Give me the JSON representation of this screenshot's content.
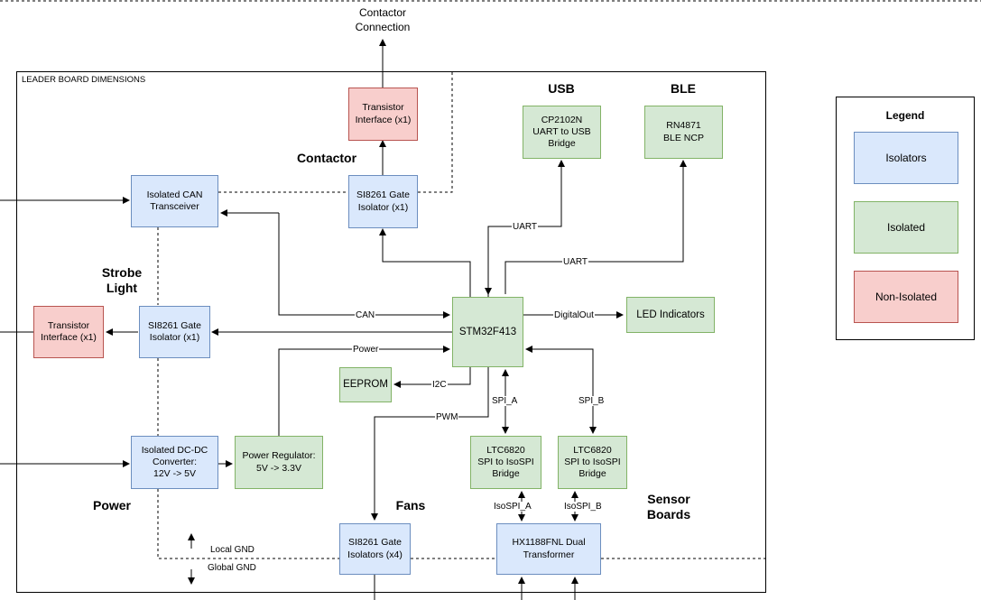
{
  "board_title": "LEADER BOARD DIMENSIONS",
  "external": {
    "contactor_connection": "Contactor\nConnection"
  },
  "section_labels": {
    "contactor": "Contactor",
    "strobe_light": "Strobe\nLight",
    "power": "Power",
    "fans": "Fans",
    "sensor_boards": "Sensor\nBoards",
    "usb": "USB",
    "ble": "BLE"
  },
  "blocks": {
    "transistor_contactor": "Transistor\nInterface (x1)",
    "gate_contactor": "SI8261 Gate\nIsolator (x1)",
    "can_transceiver": "Isolated CAN\nTransceiver",
    "cp2102n": "CP2102N\nUART to USB\nBridge",
    "rn4871": "RN4871\nBLE NCP",
    "transistor_strobe": "Transistor\nInterface (x1)",
    "gate_strobe": "SI8261 Gate\nIsolator (x1)",
    "mcu": "STM32F413",
    "led_indicators": "LED Indicators",
    "eeprom": "EEPROM",
    "dcdc": "Isolated DC-DC\nConverter:\n12V -> 5V",
    "power_regulator": "Power Regulator:\n5V -> 3.3V",
    "ltc_a": "LTC6820\nSPI to IsoSPI\nBridge",
    "ltc_b": "LTC6820\nSPI to IsoSPI\nBridge",
    "gate_fans": "SI8261 Gate\nIsolators (x4)",
    "transformer": "HX1188FNL Dual\nTransformer"
  },
  "signals": {
    "uart_usb": "UART",
    "uart_ble": "UART",
    "can": "CAN",
    "digital_out": "DigitalOut",
    "power": "Power",
    "i2c": "I2C",
    "pwm": "PWM",
    "spi_a": "SPI_A",
    "spi_b": "SPI_B",
    "isospi_a": "IsoSPI_A",
    "isospi_b": "IsoSPI_B"
  },
  "gnd": {
    "local": "Local GND",
    "global": "Global GND"
  },
  "legend": {
    "title": "Legend",
    "items": [
      {
        "label": "Isolators",
        "color": "#dae8fc",
        "border": "#6c8ebf"
      },
      {
        "label": "Isolated",
        "color": "#d5e8d4",
        "border": "#82b366"
      },
      {
        "label": "Non-Isolated",
        "color": "#f8cecc",
        "border": "#b85450"
      }
    ]
  }
}
